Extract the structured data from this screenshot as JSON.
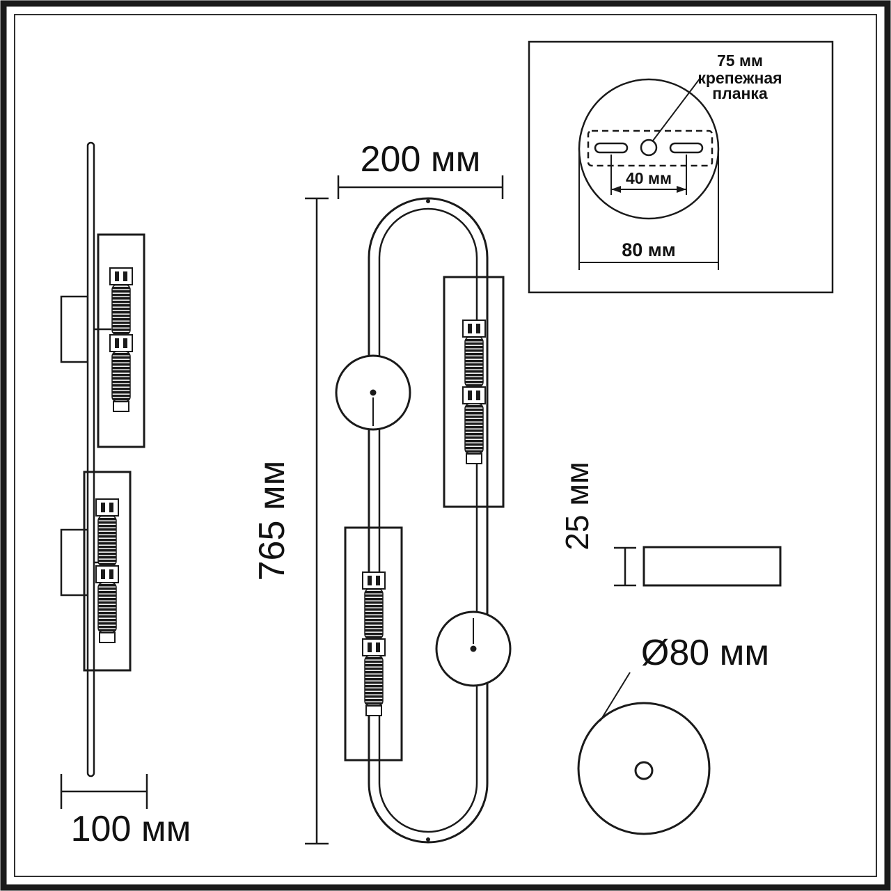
{
  "drawing": {
    "title": "wall-lamp-technical-dimensions",
    "line_color": "#1a1a1a",
    "background": "#ffffff",
    "dimensions": {
      "front_width": "200 мм",
      "front_height": "765 мм",
      "side_depth": "100 мм",
      "plate_thickness": "25 мм",
      "base_diameter": "Ø80 мм",
      "bracket_size": "75 мм",
      "bracket_label_line1": "крепежная",
      "bracket_label_line2": "планка",
      "slot_spacing": "40 мм",
      "plate_width": "80 мм"
    }
  }
}
